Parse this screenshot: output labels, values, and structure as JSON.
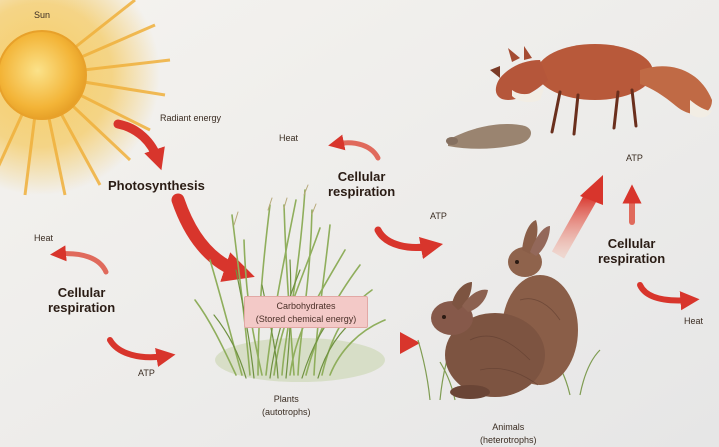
{
  "labels": {
    "sun": "Sun",
    "radiant_energy": "Radiant energy",
    "photosynthesis": "Photosynthesis",
    "heat_top": "Heat",
    "cellular_respiration_center": [
      "Cellular",
      "respiration"
    ],
    "atp_center": "ATP",
    "heat_left": "Heat",
    "cellular_respiration_left": [
      "Cellular",
      "respiration"
    ],
    "atp_left": "ATP",
    "carbohydrates": [
      "Carbohydrates",
      "(Stored chemical energy)"
    ],
    "plants": [
      "Plants",
      "(autotrophs)"
    ],
    "animals": [
      "Animals",
      "(heterotrophs)"
    ],
    "atp_right": "ATP",
    "cellular_respiration_right": [
      "Cellular",
      "respiration"
    ],
    "heat_right": "Heat"
  },
  "colors": {
    "arrow": "#d8423a",
    "sun": "#f2b233",
    "carbohydrate_box": "#f3c9c7",
    "background": "#ebebeb"
  }
}
